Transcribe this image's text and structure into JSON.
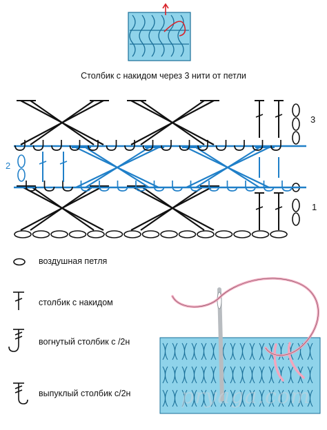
{
  "title": "Столбик с накидом через 3 нити от петли",
  "row_labels": [
    "3",
    "2",
    "1"
  ],
  "legend": [
    {
      "label": "воздушная петля"
    },
    {
      "label": "столбик с накидом"
    },
    {
      "label": "вогнутый столбик с /2н"
    },
    {
      "label": "выпуклый столбик с/2н"
    }
  ],
  "watermark": "pryaga.com",
  "colors": {
    "ink": "#111111",
    "blue": "#1f7fc8",
    "yarn_fill": "#8fd3ea",
    "yarn_stroke": "#1a6f98",
    "thread": "#f2a6bd",
    "arrow": "#d8232a",
    "needle": "#b8bcc0"
  }
}
